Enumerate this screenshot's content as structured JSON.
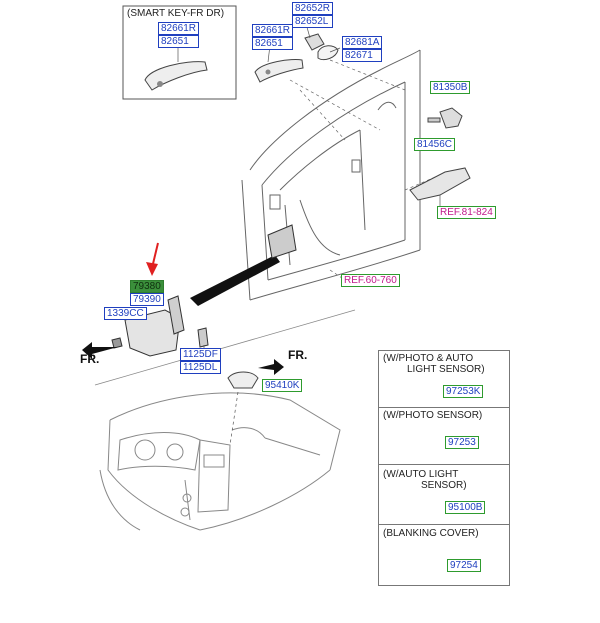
{
  "smart_key": {
    "caption": "(SMART KEY-FR DR)",
    "parts": [
      "82661R",
      "82651"
    ]
  },
  "handle_parts": [
    "82661R",
    "82651"
  ],
  "cover_parts": [
    "82652R",
    "82652L"
  ],
  "escutcheon_parts": [
    "82681A",
    "82671"
  ],
  "hinge_parts": {
    "bolt": "81350B",
    "hinge": "81456C",
    "ref": "REF.81-824"
  },
  "door_ref": "REF.60-760",
  "checker": {
    "highlight": "79380",
    "part": "79390",
    "bolt": "1339CC",
    "screws": [
      "1125DF",
      "1125DL"
    ]
  },
  "direction": {
    "lower": "FR.",
    "upper": "FR."
  },
  "dash_part": "95410K",
  "variants": [
    {
      "caption_l1": "(W/PHOTO & AUTO",
      "caption_l2": "LIGHT SENSOR)",
      "part": "97253K"
    },
    {
      "caption_l1": "(W/PHOTO SENSOR)",
      "caption_l2": "",
      "part": "97253"
    },
    {
      "caption_l1": "(W/AUTO LIGHT",
      "caption_l2": "SENSOR)",
      "part": "95100B"
    },
    {
      "caption_l1": "(BLANKING COVER)",
      "caption_l2": "",
      "part": "97254"
    }
  ],
  "colors": {
    "label_border": "#1f3fbf",
    "label_green": "#2e9b2e",
    "ref_text": "#c0198a",
    "arrow": "#e02020"
  }
}
